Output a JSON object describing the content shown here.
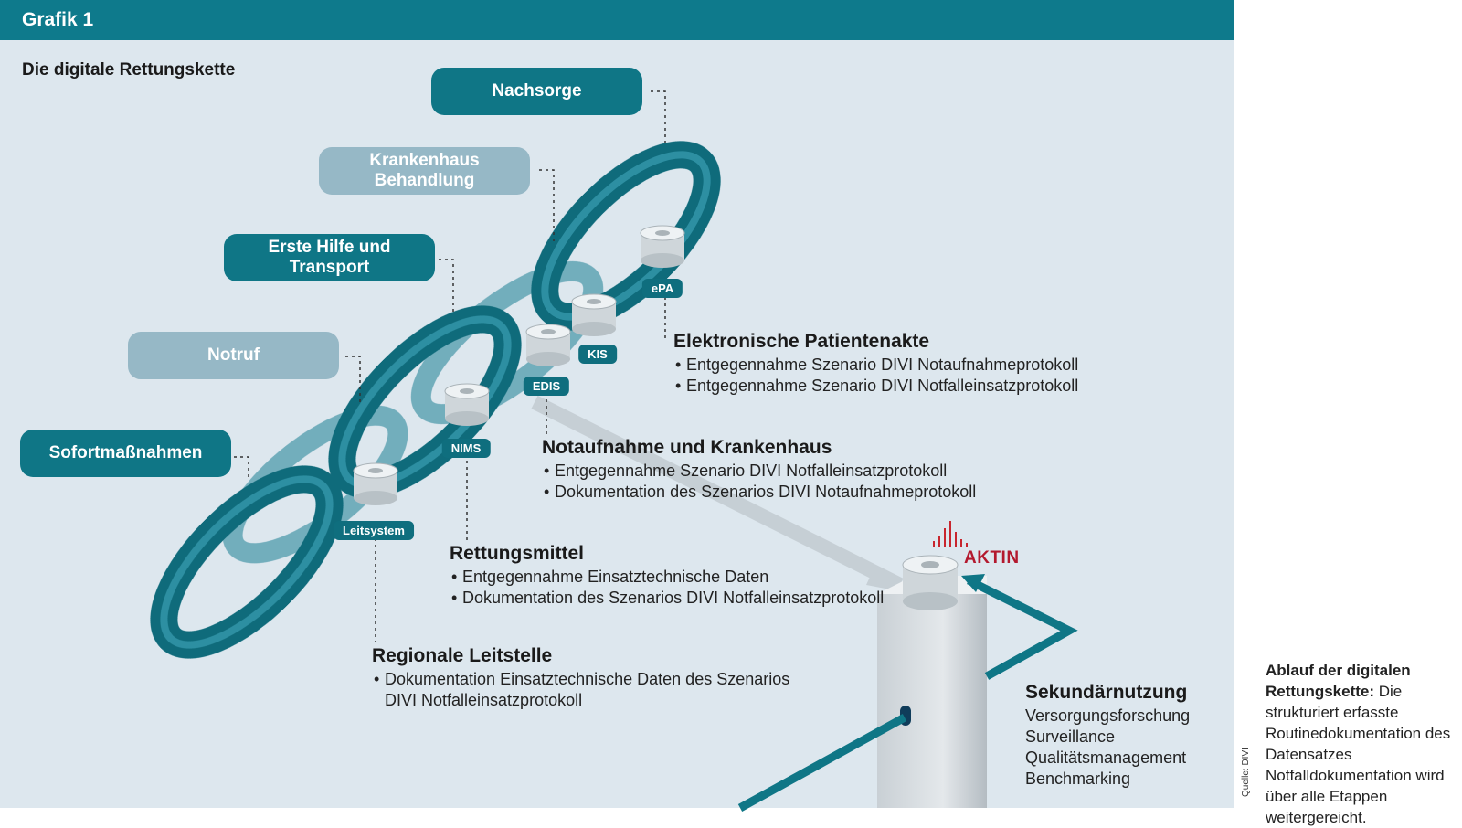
{
  "header": {
    "title": "Grafik 1"
  },
  "subtitle": "Die digitale Rettungskette",
  "stages": [
    {
      "label": "Nachsorge"
    },
    {
      "label": "Krankenhaus Behandlung"
    },
    {
      "label": "Erste Hilfe und Transport"
    },
    {
      "label": "Notruf"
    },
    {
      "label": "Sofortmaßnahmen"
    }
  ],
  "databases": [
    "ePA",
    "KIS",
    "EDIS",
    "NIMS",
    "Leitsystem"
  ],
  "blocks": [
    {
      "title": "Elektronische Patientenakte",
      "items": [
        "Entgegennahme Szenario DIVI Notaufnahmeprotokoll",
        "Entgegennahme Szenario DIVI Notfalleinsatzprotokoll"
      ]
    },
    {
      "title": "Notaufnahme und Krankenhaus",
      "items": [
        "Entgegennahme Szenario DIVI Notfalleinsatzprotokoll",
        "Dokumentation des Szenarios DIVI Notaufnahmeprotokoll"
      ]
    },
    {
      "title": "Rettungsmittel",
      "items": [
        "Entgegennahme Einsatztechnische Daten",
        "Dokumentation des Szenarios DIVI Notfalleinsatzprotokoll"
      ]
    },
    {
      "title": "Regionale Leitstelle",
      "items": [
        "Dokumentation Einsatztechnische Daten des Szenarios DIVI Notfalleinsatzprotokoll"
      ]
    }
  ],
  "secondary": {
    "title": "Sekundärnutzung",
    "items": [
      "Versorgungsforschung",
      "Surveillance",
      "Qualitätsmanagement",
      "Benchmarking"
    ]
  },
  "aktin": "AKTIN",
  "caption": {
    "bold": "Ablauf der digitalen Rettungskette:",
    "text": " Die strukturiert erfasste Routinedokumentation des Datensatzes Notfalldokumentation wird über alle Etappen weitergereicht."
  },
  "source": "Quelle: DIVI",
  "colors": {
    "header": "#0e7a8c",
    "teal_dark": "#0f7686",
    "teal_light": "#96b8c6",
    "panel": "#dde7ee",
    "aktin_red": "#b3192e"
  }
}
